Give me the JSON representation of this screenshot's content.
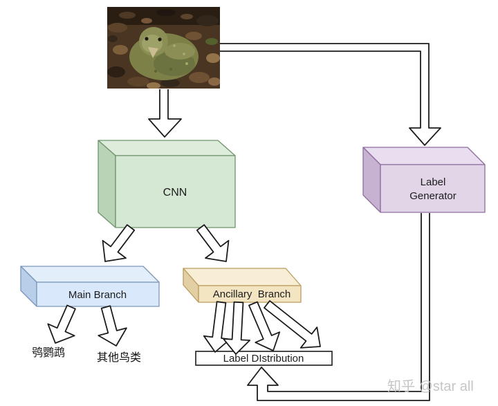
{
  "diagram": {
    "input_photo": {
      "alt": "kakapo-bird-photo"
    },
    "nodes": {
      "cnn": {
        "label": "CNN",
        "fill": "#d5e8d4",
        "top": "#ddecdb",
        "side": "#b9d3b7",
        "stroke": "#6f936c"
      },
      "main_branch": {
        "label": "Main Branch",
        "fill": "#dae8fc",
        "top": "#e3eefb",
        "side": "#b9cee9",
        "stroke": "#7b96b9"
      },
      "ancillary_branch": {
        "label": "Ancillary  Branch",
        "fill": "#f4e5c2",
        "top": "#f8eed6",
        "side": "#e2cfa3",
        "stroke": "#b99c5e"
      },
      "label_generator": {
        "label_line1": "Label",
        "label_line2": "Generator",
        "fill": "#e1d5e7",
        "top": "#e9def0",
        "side": "#c8b2d2",
        "stroke": "#8e6d9e"
      },
      "label_distribution": {
        "label": "Label DIstribution",
        "fill": "#ffffff",
        "stroke": "#1c1c1c"
      }
    },
    "class_labels": {
      "kakapo": "鸮鹦鹉",
      "other_birds": "其他鸟类"
    },
    "watermark": {
      "text": "知乎 @star all",
      "color": "#c6c6c6"
    }
  }
}
